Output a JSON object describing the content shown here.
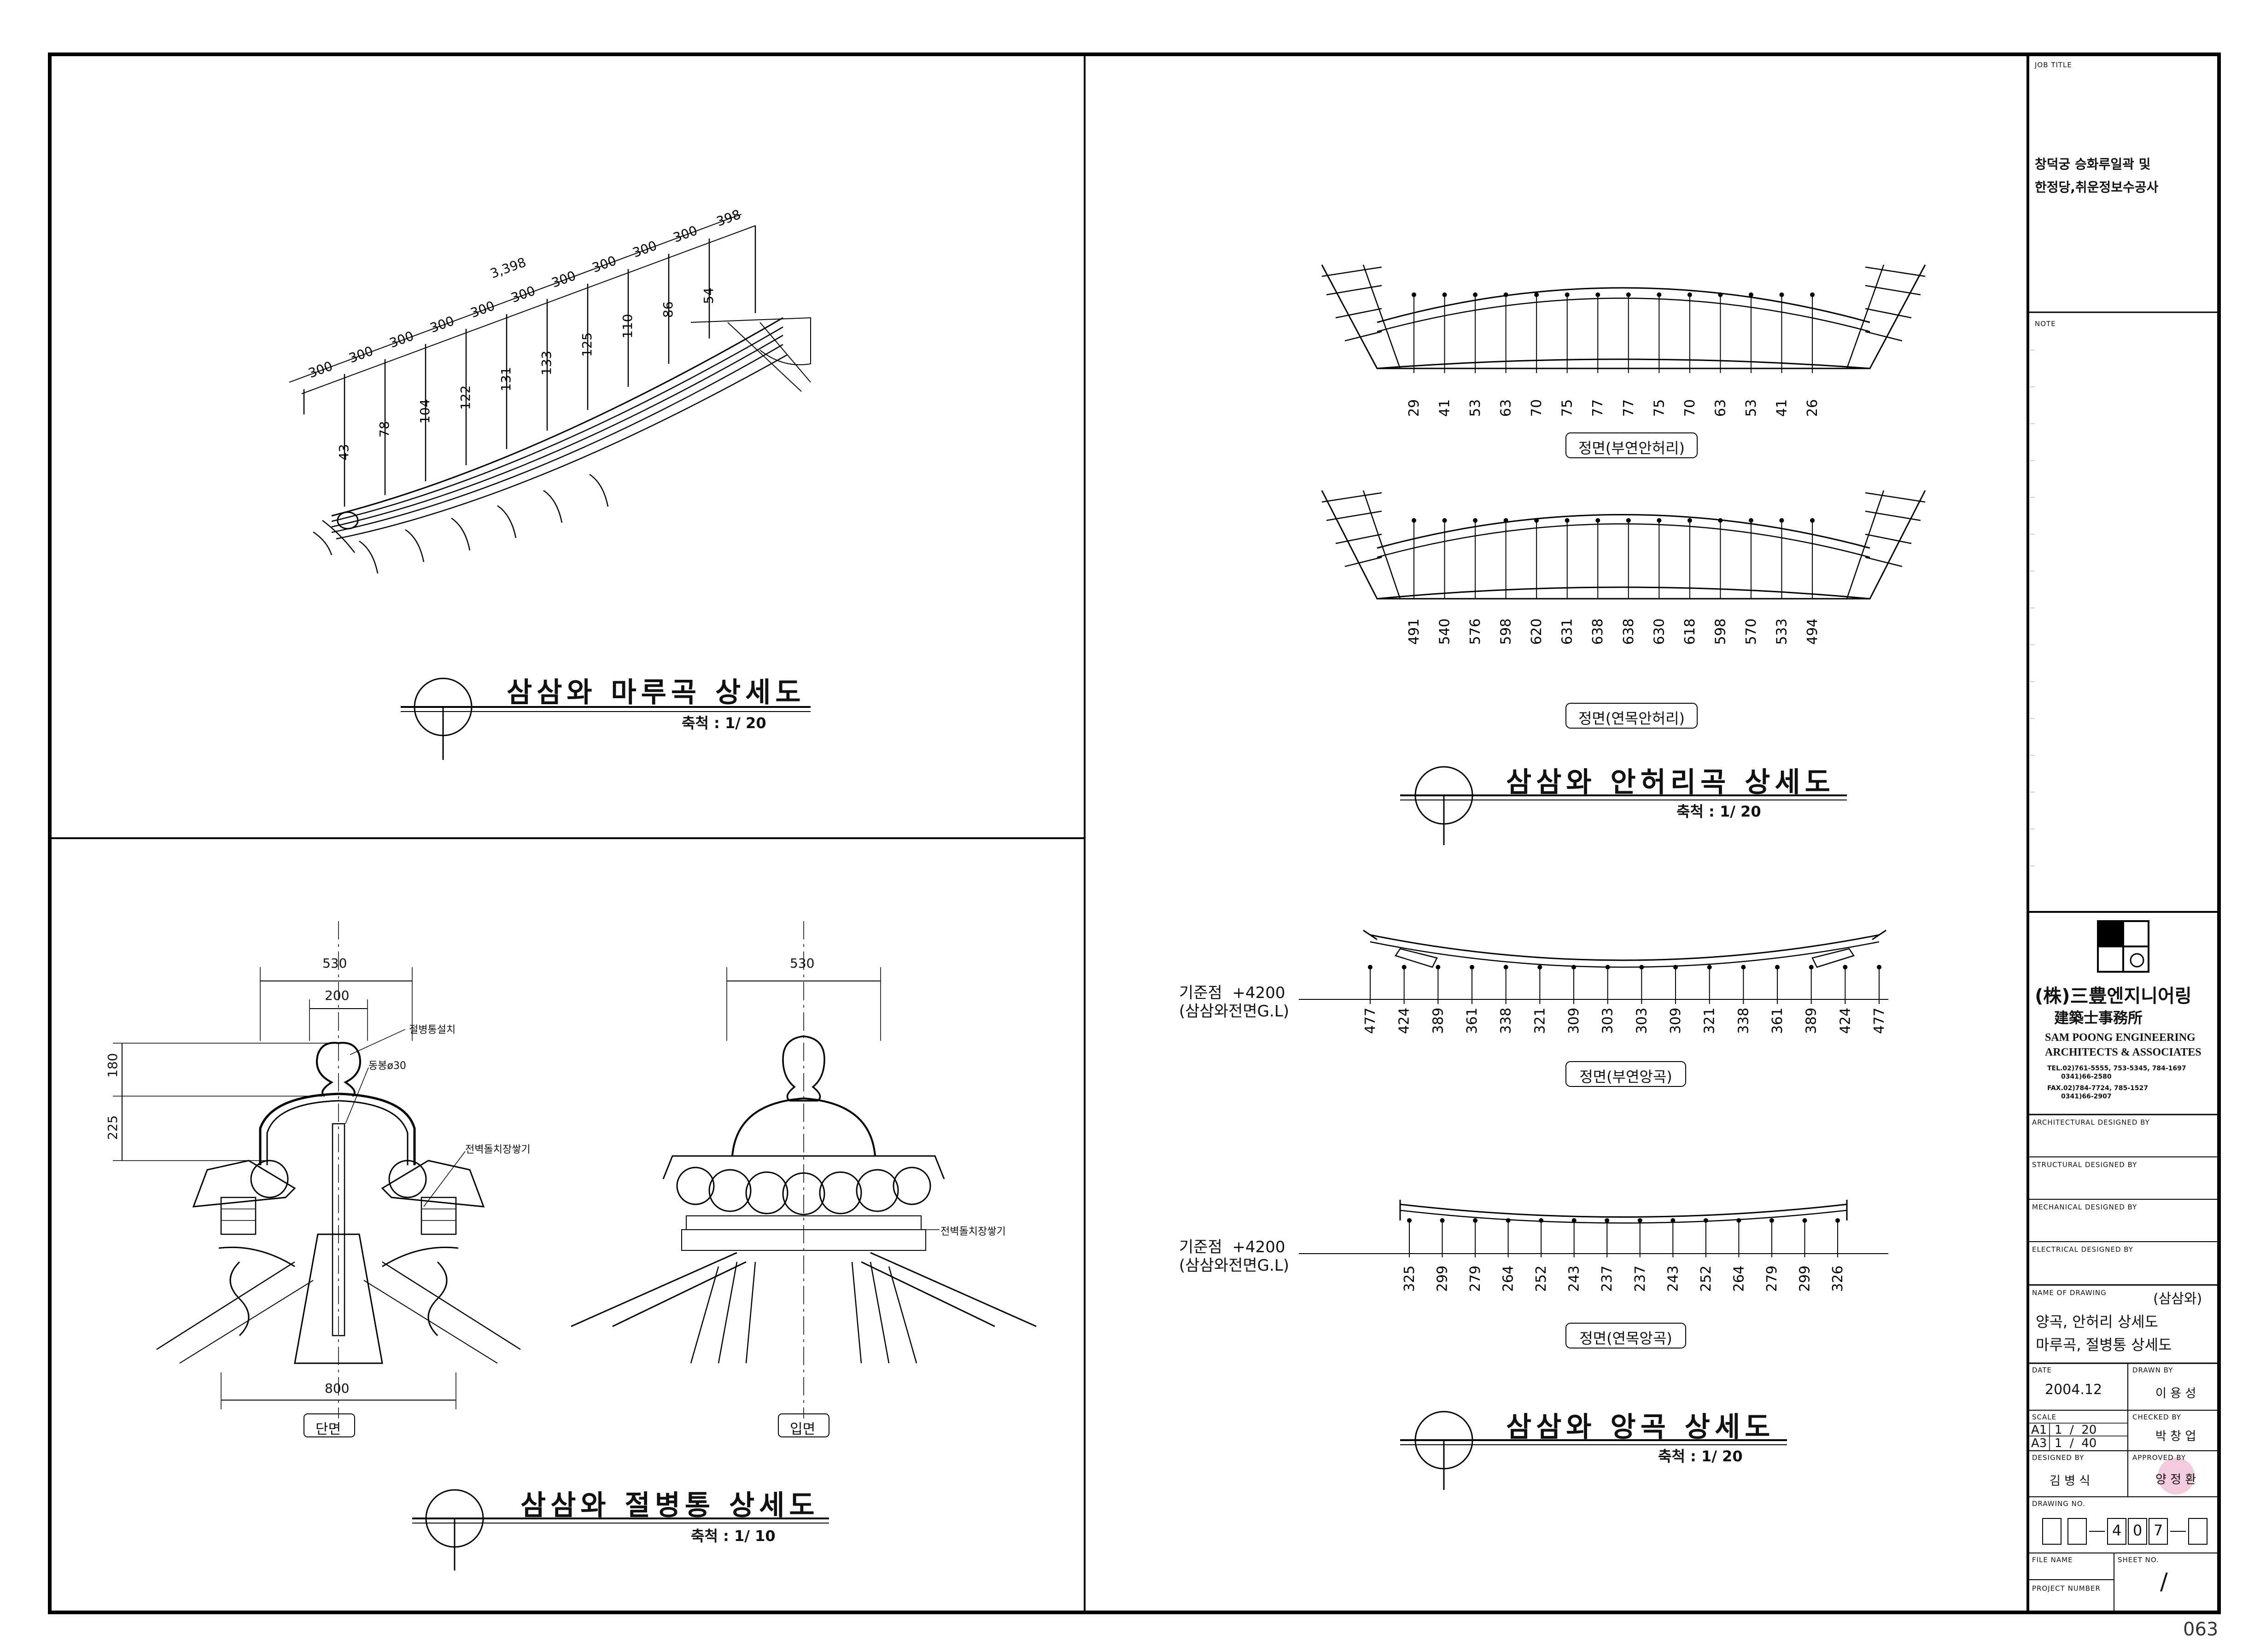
{
  "title_block": {
    "job_title_label": "JOB TITLE",
    "job_title_line1": "창덕궁 승화루일곽 및",
    "job_title_line2": "한정당,취운정보수공사",
    "note_label": "NOTE",
    "firm_name_line1": "(株)三豊엔지니어링",
    "firm_name_line2": "建築士事務所",
    "firm_en_line1": "SAM POONG ENGINEERING",
    "firm_en_line2": "ARCHITECTS & ASSOCIATES",
    "tel_line1": "TEL.02)761-5555, 753-5345, 784-1697",
    "tel_line2": "0341)66-2580",
    "fax_line1": "FAX.02)784-7724, 785-1527",
    "fax_line2": "0341)66-2907",
    "architectural_label": "ARCHITECTURAL DESIGNED BY",
    "structural_label": "STRUCTURAL DESIGNED BY",
    "mechanical_label": "MECHANICAL DESIGNED BY",
    "electrical_label": "ELECTRICAL DESIGNED BY",
    "name_of_drawing_label": "NAME OF DRAWING",
    "name_paren": "(삼삼와)",
    "name_line1": "양곡, 안허리 상세도",
    "name_line2": "마루곡, 절병통 상세도",
    "date_label": "DATE",
    "date_value": "2004.12",
    "drawn_label": "DRAWN BY",
    "drawn_value": "이 용 성",
    "scale_label": "SCALE",
    "scale_a1": "A1  1  /  20",
    "scale_a3": "A3  1  /  40",
    "checked_label": "CHECKED BY",
    "checked_value": "박 창 업",
    "designed_label": "DESIGNED BY",
    "designed_value": "김 병 식",
    "approved_label": "APPROVED BY",
    "approved_value": "양 정 환",
    "drawing_no_label": "DRAWING NO.",
    "drawing_no_digits": [
      "",
      "",
      "4",
      "0",
      "7",
      ""
    ],
    "file_name_label": "FILE NAME",
    "sheet_no_label": "SHEET NO.",
    "project_number_label": "PROJECT NUMBER",
    "sheet_no_value": "/"
  },
  "page_number": "063",
  "panel_ridge": {
    "title": "삼삼와 마루곡 상세도",
    "scale": "축척 : 1/ 20",
    "total_dim": "3,398",
    "segment_dims": [
      "300",
      "300",
      "300",
      "300",
      "300",
      "300",
      "300",
      "300",
      "300",
      "300",
      "398"
    ],
    "offset_dims": [
      "43",
      "78",
      "104",
      "122",
      "131",
      "133",
      "125",
      "110",
      "86",
      "54"
    ]
  },
  "panel_finial": {
    "title": "삼삼와 절병통 상세도",
    "scale": "축척 : 1/ 10",
    "section_label": "단면",
    "elevation_label": "입면",
    "dim_530": "530",
    "dim_200": "200",
    "dim_800": "800",
    "dim_180": "180",
    "dim_225": "225",
    "callout_1": "절병통설치",
    "callout_2": "동봉ø30",
    "callout_3": "전벽돌치장쌓기",
    "callout_4": "전벽돌치장쌓기",
    "elev_dim_530": "530"
  },
  "panel_anheori": {
    "title": "삼삼와 안허리곡 상세도",
    "scale": "축척 : 1/ 20",
    "view1_label": "정면(부연안허리)",
    "view1_dims": [
      "29",
      "41",
      "53",
      "63",
      "70",
      "75",
      "77",
      "77",
      "75",
      "70",
      "63",
      "53",
      "41",
      "26"
    ],
    "view2_label": "정면(연목안허리)",
    "view2_dims": [
      "491",
      "540",
      "576",
      "598",
      "620",
      "631",
      "638",
      "638",
      "630",
      "618",
      "598",
      "570",
      "533",
      "494"
    ]
  },
  "panel_anggok": {
    "title": "삼삼와 앙곡 상세도",
    "scale": "축척 : 1/ 20",
    "datum_line1": "기준점  +4200",
    "datum_line2": "(삼삼와전면G.L)",
    "view1_label": "정면(부연앙곡)",
    "view1_dims": [
      "477",
      "424",
      "389",
      "361",
      "338",
      "321",
      "309",
      "303",
      "303",
      "309",
      "321",
      "338",
      "361",
      "389",
      "424",
      "477"
    ],
    "datum2_line1": "기준점  +4200",
    "datum2_line2": "(삼삼와전면G.L)",
    "view2_label": "정면(연목앙곡)",
    "view2_dims": [
      "325",
      "299",
      "279",
      "264",
      "252",
      "243",
      "237",
      "237",
      "243",
      "252",
      "264",
      "279",
      "299",
      "326"
    ]
  }
}
